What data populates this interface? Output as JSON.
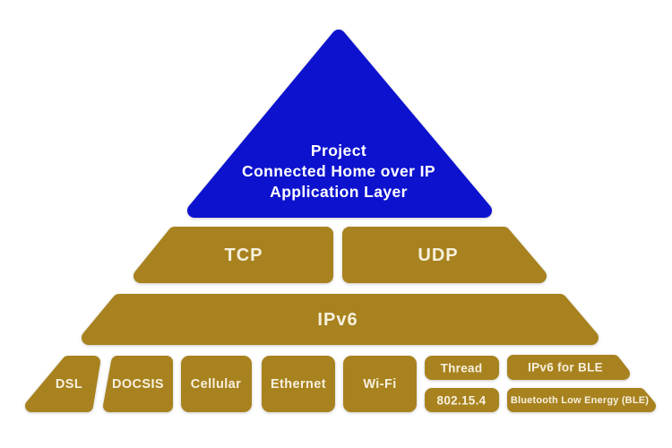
{
  "colors": {
    "blue": "#0D12CE",
    "gold": "#A8821E",
    "text_on_blue": "#FFFFFF",
    "text_on_gold": "#F6F0DE"
  },
  "pyramid": {
    "application_layer": {
      "lines": [
        "Project",
        "Connected Home over IP",
        "Application Layer"
      ]
    },
    "transport_layer": {
      "tcp": "TCP",
      "udp": "UDP"
    },
    "network_layer": {
      "ipv6": "IPv6"
    },
    "link_layer": {
      "dsl": "DSL",
      "docsis": "DOCSIS",
      "cellular": "Cellular",
      "ethernet": "Ethernet",
      "wifi": "Wi-Fi",
      "thread": "Thread",
      "ieee_802_15_4": "802.15.4",
      "ipv6_for_ble": "IPv6 for BLE",
      "ble": "Bluetooth Low Energy (BLE)"
    }
  }
}
